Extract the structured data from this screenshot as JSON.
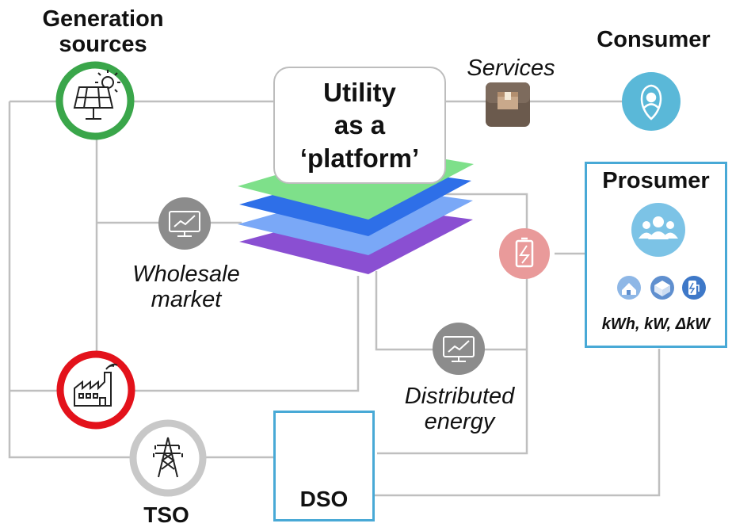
{
  "nodes": {
    "generation_sources": "Generation\nsources",
    "utility_platform": "Utility\nas a\n‘platform’",
    "services": "Services",
    "consumer": "Consumer",
    "prosumer": "Prosumer",
    "prosumer_units": "kWh, kW, ΔkW",
    "wholesale_market": "Wholesale\nmarket",
    "distributed_energy": "Distributed\nenergy",
    "tso": "TSO",
    "dso": "DSO"
  },
  "colors": {
    "connector": "#bfbfbf",
    "generation_ring": "#3aa64a",
    "fossil_ring": "#e3121b",
    "tso_ring": "#c8c8c8",
    "box_border": "#48a9d6",
    "layer_green": "#7ee08a",
    "layer_blue": "#2e6fe8",
    "layer_lightblue": "#7aa8f7",
    "layer_purple": "#8a4fd2",
    "consumer_circle": "#5ab8d8",
    "prosumer_circle": "#7cc3e6",
    "battery_circle": "#e99a9a",
    "market_circle": "#8c8c8c",
    "dso_circle": "#1f5ccc",
    "services_box": "#6b5a4d"
  },
  "icons": [
    "solar-panel-icon",
    "factory-icon",
    "transmission-tower-icon",
    "grid-network-icon",
    "package-icon",
    "user-pin-icon",
    "users-group-icon",
    "battery-charging-icon",
    "monitor-chart-icon",
    "house-icon",
    "storage-icon",
    "ev-charger-icon"
  ]
}
